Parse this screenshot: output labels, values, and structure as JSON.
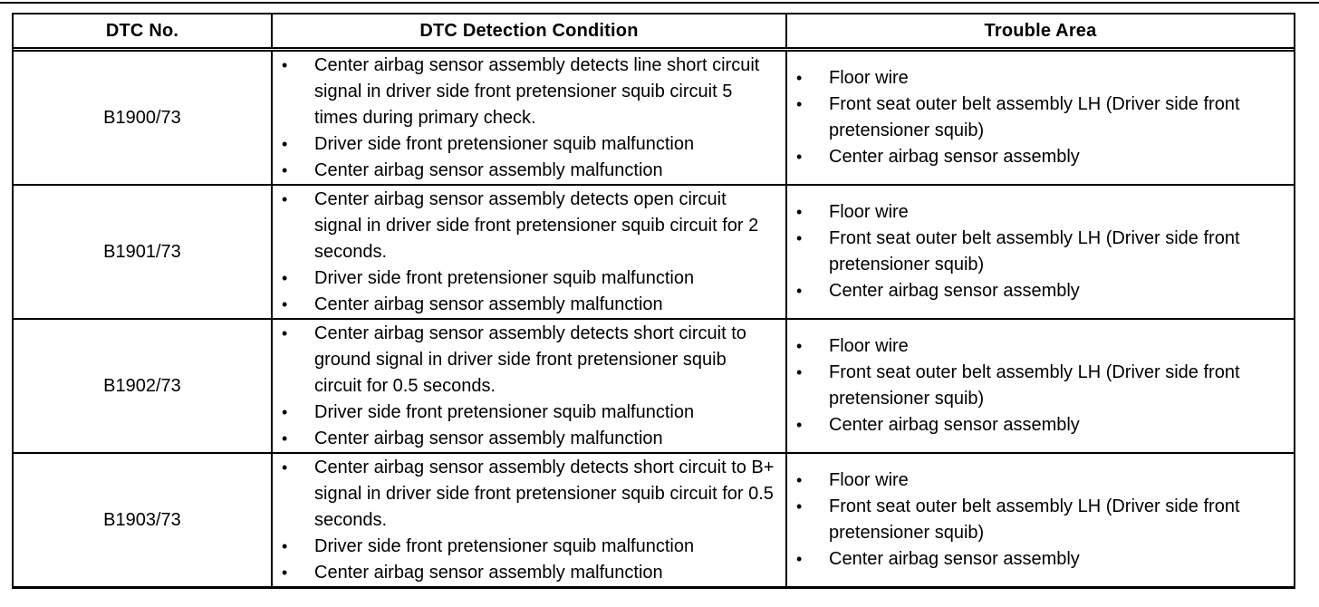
{
  "table": {
    "columns": [
      "DTC No.",
      "DTC Detection Condition",
      "Trouble Area"
    ],
    "rows": [
      {
        "dtc_no": "B1900/73",
        "detection_conditions": [
          "Center airbag sensor assembly detects line short circuit signal in driver side front pretensioner squib circuit 5 times during primary check.",
          "Driver side front pretensioner squib malfunction",
          "Center airbag sensor assembly malfunction"
        ],
        "trouble_areas": [
          "Floor wire",
          "Front seat outer belt assembly LH (Driver side front pretensioner squib)",
          "Center airbag sensor assembly"
        ]
      },
      {
        "dtc_no": "B1901/73",
        "detection_conditions": [
          "Center airbag sensor assembly detects open circuit signal in driver side front pretensioner squib circuit for 2 seconds.",
          "Driver side front pretensioner squib malfunction",
          "Center airbag sensor assembly malfunction"
        ],
        "trouble_areas": [
          "Floor wire",
          "Front seat outer belt assembly LH (Driver side front pretensioner squib)",
          "Center airbag sensor assembly"
        ]
      },
      {
        "dtc_no": "B1902/73",
        "detection_conditions": [
          "Center airbag sensor assembly detects short circuit to ground signal in driver side front pretensioner squib circuit for 0.5 seconds.",
          "Driver side front pretensioner squib malfunction",
          "Center airbag sensor assembly malfunction"
        ],
        "trouble_areas": [
          "Floor wire",
          "Front seat outer belt assembly LH (Driver side front pretensioner squib)",
          "Center airbag sensor assembly"
        ]
      },
      {
        "dtc_no": "B1903/73",
        "detection_conditions": [
          "Center airbag sensor assembly detects short circuit to B+ signal in driver side front pretensioner squib circuit for 0.5 seconds.",
          "Driver side front pretensioner squib malfunction",
          "Center airbag sensor assembly malfunction"
        ],
        "trouble_areas": [
          "Floor wire",
          "Front seat outer belt assembly LH (Driver side front pretensioner squib)",
          "Center airbag sensor assembly"
        ]
      }
    ]
  },
  "colors": {
    "border": "#000000",
    "text": "#000000",
    "background": "#ffffff"
  }
}
